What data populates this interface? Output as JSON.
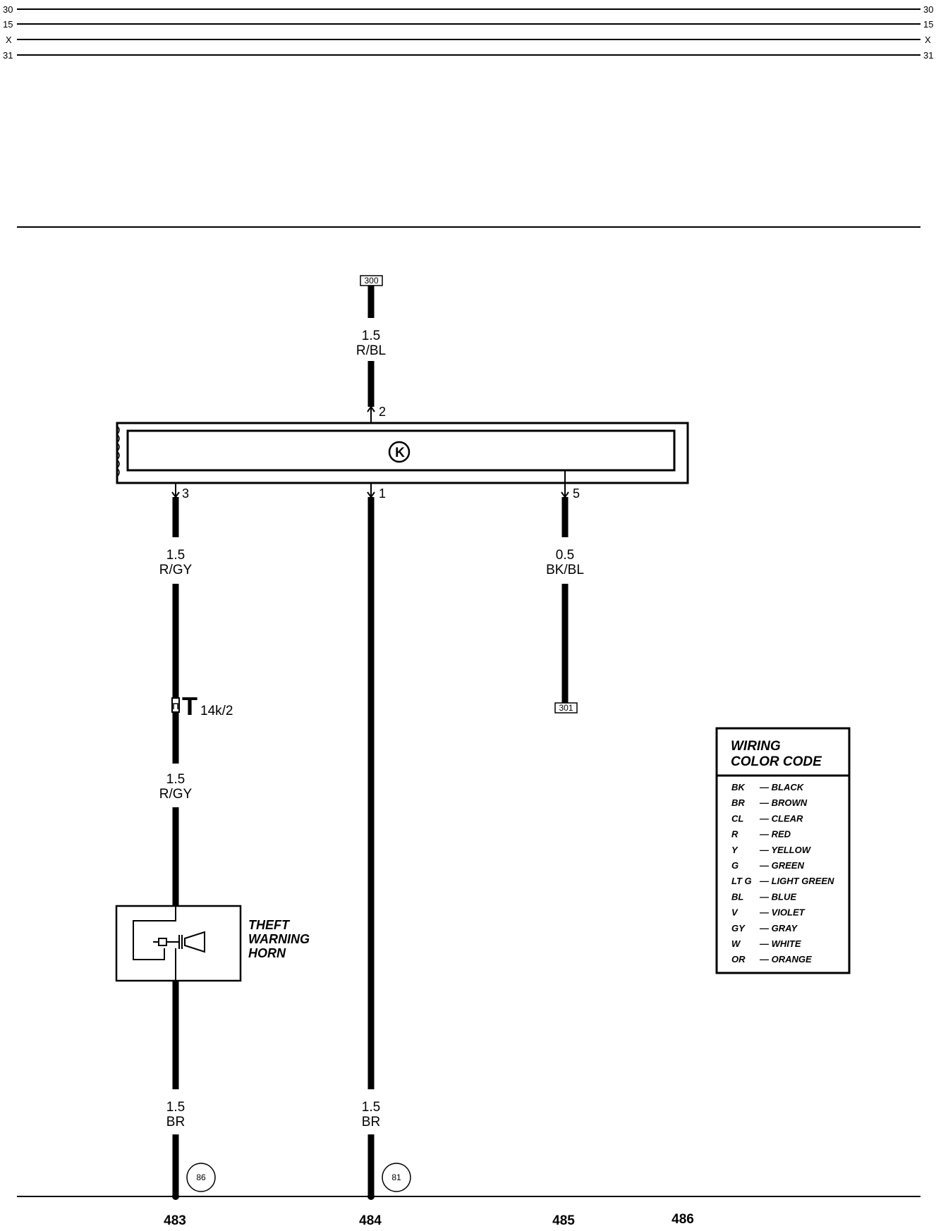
{
  "bus_lines": {
    "left": [
      "30",
      "15",
      "X",
      "31"
    ],
    "right": [
      "30",
      "15",
      "X",
      "31"
    ]
  },
  "references": {
    "top": "300",
    "right": "301"
  },
  "wires": {
    "top": {
      "size": "1.5",
      "color": "R/BL"
    },
    "pin3_upper": {
      "size": "1.5",
      "color": "R/GY"
    },
    "pin5": {
      "size": "0.5",
      "color": "BK/BL"
    },
    "pin3_lower": {
      "size": "1.5",
      "color": "R/GY"
    },
    "bottom_left": {
      "size": "1.5",
      "color": "BR"
    },
    "bottom_mid": {
      "size": "1.5",
      "color": "BR"
    }
  },
  "pins": {
    "top": "2",
    "left": "3",
    "mid": "1",
    "right": "5"
  },
  "control_unit": {
    "symbol": "K",
    "icon": "control-unit-circle-k-icon"
  },
  "connector": {
    "name": "T",
    "sub": "14k/2",
    "icon": "connector-t-icon"
  },
  "component": {
    "label": [
      "THEFT",
      "WARNING",
      "HORN"
    ],
    "icon": "horn-icon"
  },
  "ground_points": {
    "left": "86",
    "mid": "81"
  },
  "column_numbers": [
    "483",
    "484",
    "485",
    "486"
  ],
  "legend": {
    "title": [
      "WIRING",
      "COLOR CODE"
    ],
    "rows": [
      {
        "code": "BK",
        "name": "— BLACK"
      },
      {
        "code": "BR",
        "name": "— BROWN"
      },
      {
        "code": "CL",
        "name": "— CLEAR"
      },
      {
        "code": "R",
        "name": "— RED"
      },
      {
        "code": "Y",
        "name": "— YELLOW"
      },
      {
        "code": "G",
        "name": "— GREEN"
      },
      {
        "code": "LT G",
        "name": "— LIGHT GREEN"
      },
      {
        "code": "BL",
        "name": "— BLUE"
      },
      {
        "code": "V",
        "name": "— VIOLET"
      },
      {
        "code": "GY",
        "name": "— GRAY"
      },
      {
        "code": "W",
        "name": "— WHITE"
      },
      {
        "code": "OR",
        "name": "— ORANGE"
      }
    ]
  },
  "colors": {
    "ink": "#000000",
    "paper": "#ffffff"
  }
}
